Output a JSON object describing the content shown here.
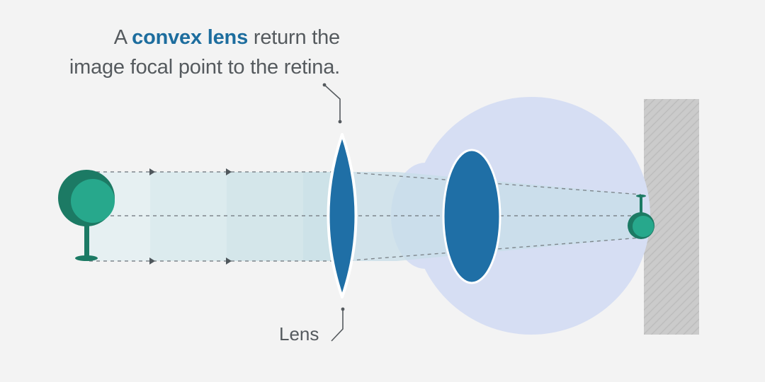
{
  "caption": {
    "prefix": "A ",
    "highlight": "convex lens",
    "suffix": " return the",
    "line2": "image focal point to the retina."
  },
  "lens_label": "Lens",
  "colors": {
    "background": "#f3f3f3",
    "highlight_text": "#1d6d9e",
    "body_text": "#555a5e",
    "lens_blue": "#1f6fa6",
    "eye_fill": "#d5def2",
    "object_green": "#27a88c",
    "object_green_dark": "#1c7a64",
    "light_beam": "#cfe3ea",
    "retina_wall": "#c9c9c9"
  },
  "icons": {
    "object": "tree-icon",
    "image": "inverted-tree-icon"
  }
}
